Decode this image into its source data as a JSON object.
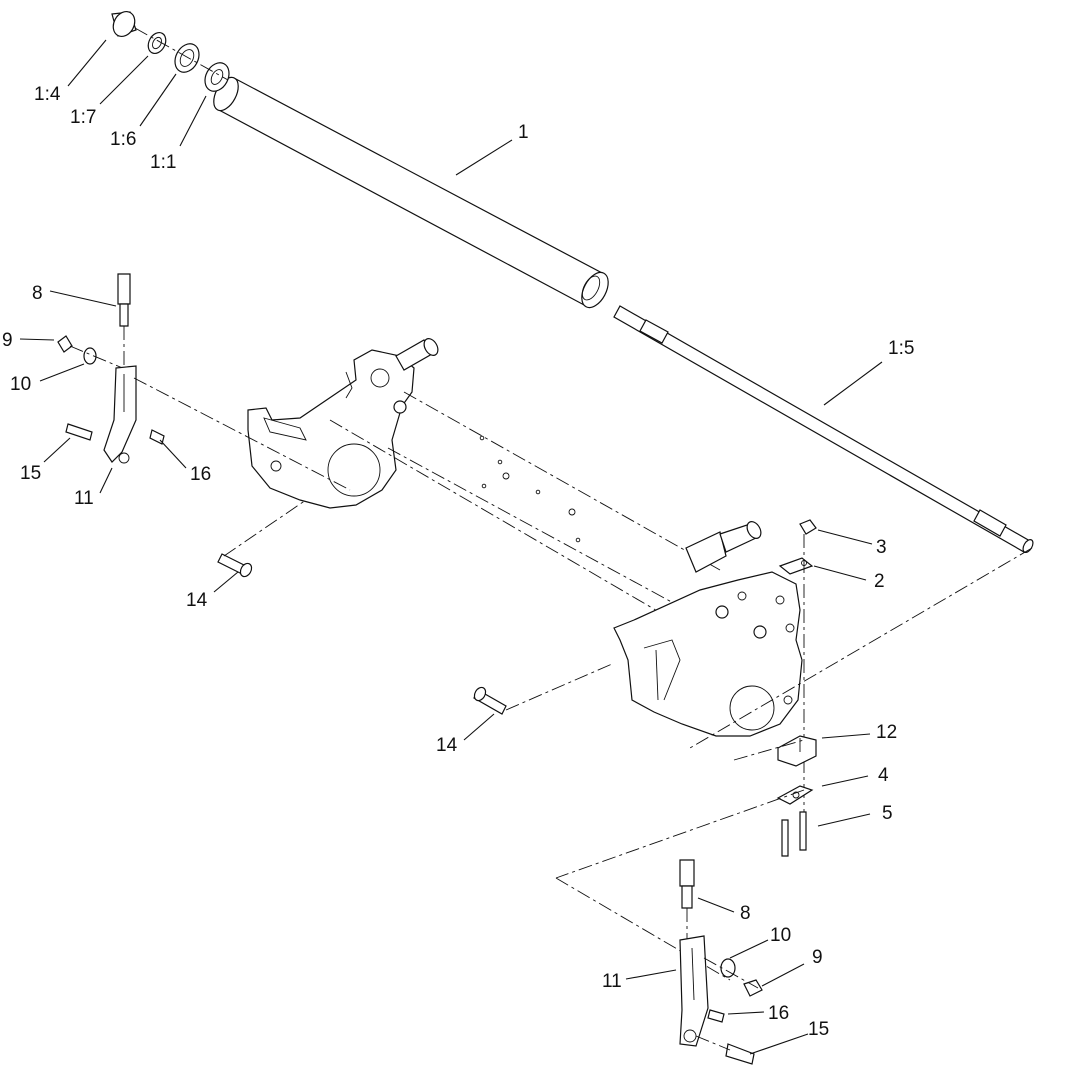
{
  "diagram": {
    "callouts": {
      "c_1_4": "1:4",
      "c_1_7": "1:7",
      "c_1_6": "1:6",
      "c_1_1": "1:1",
      "c_1": "1",
      "c_1_5": "1:5",
      "c_8_left": "8",
      "c_9_left": "9",
      "c_10_left": "10",
      "c_15_left": "15",
      "c_11_left": "11",
      "c_16_left": "16",
      "c_14_left": "14",
      "c_3": "3",
      "c_2": "2",
      "c_14_right": "14",
      "c_12": "12",
      "c_4": "4",
      "c_5": "5",
      "c_8_right": "8",
      "c_10_right": "10",
      "c_11_right": "11",
      "c_9_right": "9",
      "c_16_right": "16",
      "c_15_right": "15"
    }
  }
}
